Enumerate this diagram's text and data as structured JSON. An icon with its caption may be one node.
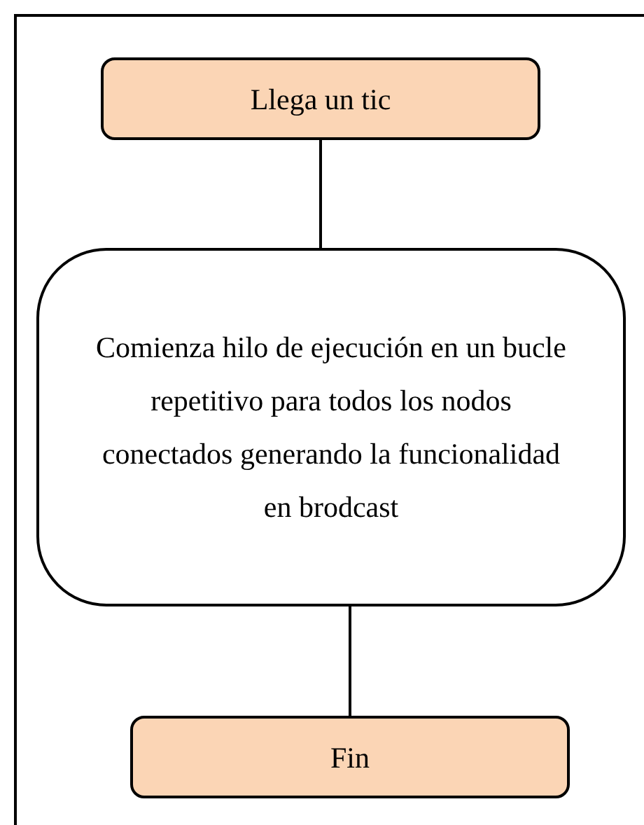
{
  "diagram": {
    "nodes": [
      {
        "text": [
          "Llega un tic"
        ]
      },
      {
        "text": [
          "Comienza hilo de ejecución en un bucle repetitivo para todos los nodos conectados generando la funcionalidad en brodcast"
        ]
      },
      {
        "text": [
          "Fin"
        ]
      }
    ],
    "edges": [
      {
        "from": 0,
        "to": 1,
        "arrow": "none"
      },
      {
        "from": 1,
        "to": 2,
        "arrow": "none"
      }
    ]
  }
}
